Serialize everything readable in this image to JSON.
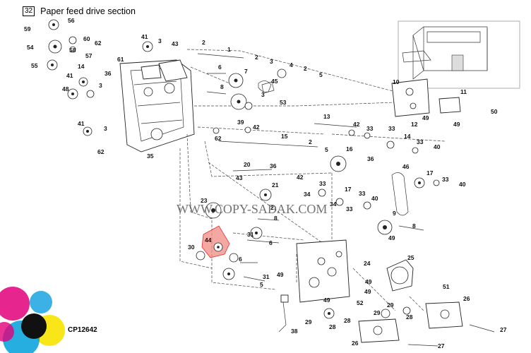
{
  "header": {
    "section_number": "32",
    "title": "Paper feed drive section"
  },
  "watermark": "WWW.COPY-SADAK.COM",
  "figure_code": "CP12642",
  "highlighted_part": "44",
  "highlight_color": "#f28b82",
  "parts": [
    "1",
    "2",
    "3",
    "4",
    "5",
    "6",
    "7",
    "8",
    "9",
    "10",
    "11",
    "12",
    "13",
    "14",
    "15",
    "16",
    "17",
    "20",
    "21",
    "23",
    "24",
    "25",
    "26",
    "27",
    "28",
    "29",
    "30",
    "31",
    "33",
    "34",
    "35",
    "36",
    "38",
    "39",
    "40",
    "41",
    "42",
    "43",
    "44",
    "45",
    "46",
    "48",
    "49",
    "50",
    "51",
    "52",
    "53",
    "54",
    "55",
    "56",
    "57",
    "58",
    "59",
    "60",
    "61",
    "62"
  ]
}
